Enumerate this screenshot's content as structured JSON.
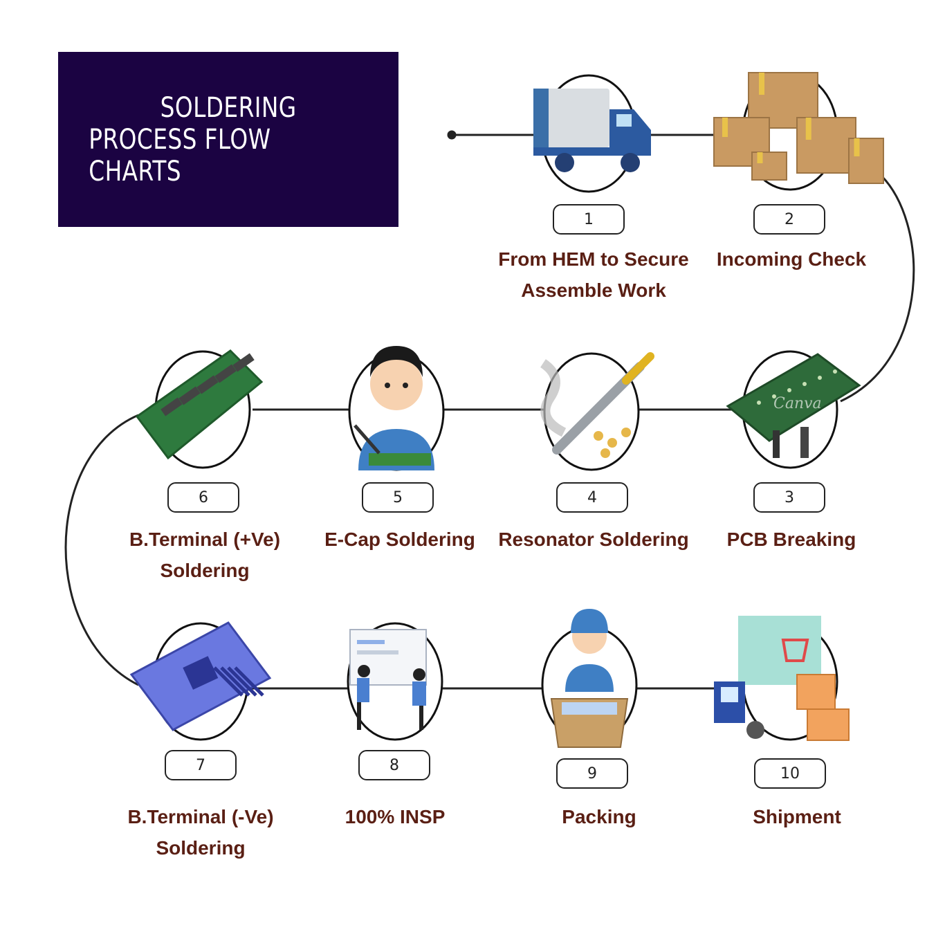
{
  "title": {
    "line1": "SOLDERING",
    "line2": "PROCESS FLOW CHARTS"
  },
  "watermark": "Canva",
  "colors": {
    "title_bg": "#1b0342",
    "label_text": "#5a1f14",
    "connector": "#222222"
  },
  "steps": [
    {
      "number": "1",
      "label_lines": [
        "From HEM to Secure",
        "Assemble Work"
      ],
      "icon": "delivery-truck-icon"
    },
    {
      "number": "2",
      "label_lines": [
        "Incoming Check"
      ],
      "icon": "cardboard-boxes-icon"
    },
    {
      "number": "3",
      "label_lines": [
        "PCB Breaking"
      ],
      "icon": "pcb-board-icon"
    },
    {
      "number": "4",
      "label_lines": [
        "Resonator Soldering"
      ],
      "icon": "soldering-iron-icon"
    },
    {
      "number": "5",
      "label_lines": [
        "E-Cap Soldering"
      ],
      "icon": "worker-soldering-icon"
    },
    {
      "number": "6",
      "label_lines": [
        "B.Terminal (+Ve)",
        "Soldering"
      ],
      "icon": "circuit-board-icon"
    },
    {
      "number": "7",
      "label_lines": [
        "B.Terminal (-Ve)",
        "Soldering"
      ],
      "icon": "motherboard-icon"
    },
    {
      "number": "8",
      "label_lines": [
        "100% INSP"
      ],
      "icon": "inspection-team-icon"
    },
    {
      "number": "9",
      "label_lines": [
        "Packing"
      ],
      "icon": "worker-packing-icon"
    },
    {
      "number": "10",
      "label_lines": [
        "Shipment"
      ],
      "icon": "shipment-truck-icon"
    }
  ]
}
